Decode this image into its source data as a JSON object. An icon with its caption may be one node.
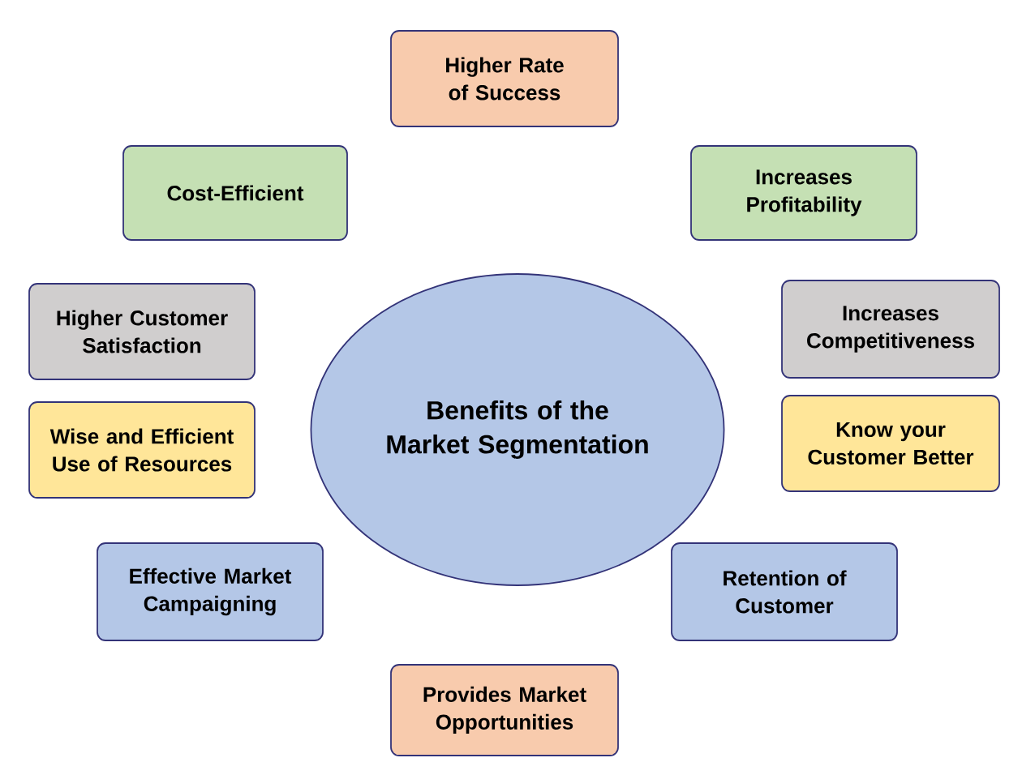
{
  "diagram": {
    "nodes": [
      {
        "text": [
          "Benefits of the Market Segmentation"
        ]
      },
      {
        "text": [
          "Higher Rate of Success"
        ]
      },
      {
        "text": [
          "Cost-Efficient"
        ]
      },
      {
        "text": [
          "Increases Profitability"
        ]
      },
      {
        "text": [
          "Higher Customer Satisfaction"
        ]
      },
      {
        "text": [
          "Increases Competitiveness"
        ]
      },
      {
        "text": [
          "Wise and Efficient Use of Resources"
        ]
      },
      {
        "text": [
          "Know your Customer Better"
        ]
      },
      {
        "text": [
          "Effective Market Campaigning"
        ]
      },
      {
        "text": [
          "Retention of Customer"
        ]
      },
      {
        "text": [
          "Provides Market Opportunities"
        ]
      }
    ]
  }
}
